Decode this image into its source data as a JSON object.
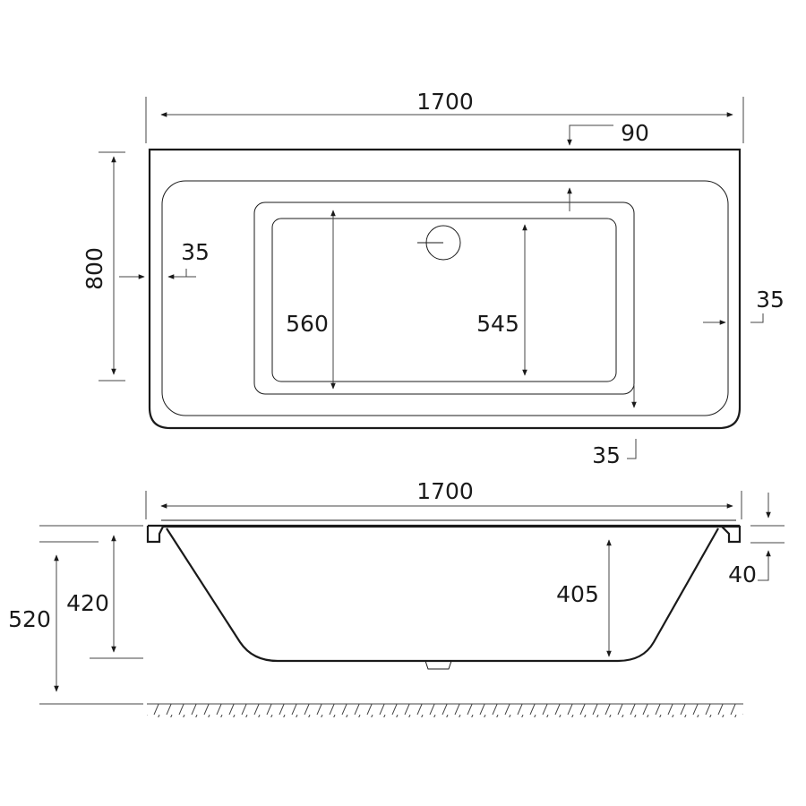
{
  "plan_view": {
    "overall_length": "1700",
    "overall_width": "800",
    "rim_top": "90",
    "rim_left": "35",
    "rim_right": "35",
    "rim_bottom": "35",
    "inner_width_left": "560",
    "inner_width_right": "545"
  },
  "side_view": {
    "overall_length": "1700",
    "height_total": "520",
    "height_body": "420",
    "depth_inner": "405",
    "rim_thickness": "40"
  },
  "colors": {
    "line": "#1a1a1a",
    "background": "#ffffff"
  }
}
